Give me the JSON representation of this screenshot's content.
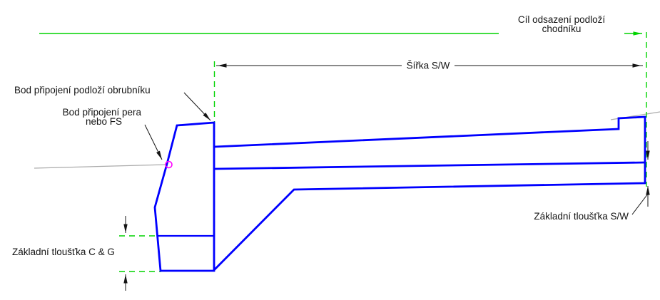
{
  "colors": {
    "blue": "#0000ff",
    "green": "#00d400",
    "gray": "#ababab",
    "magenta": "#ff00ff",
    "black": "#141414",
    "background": "#ffffff"
  },
  "labels": {
    "offset_target_line1": "Cíl odsazení podloží",
    "offset_target_line2": "chodníku",
    "width_dim": "Šířka S/W",
    "curb_subbase_attach": "Bod připojení podloží obrubníku",
    "tongue_attach_line1": "Bod připojení pera",
    "tongue_attach_line2": "nebo FS",
    "sw_thickness": "Základní tloušťka S/W",
    "cg_thickness": "Základní tloušťka C & G"
  }
}
